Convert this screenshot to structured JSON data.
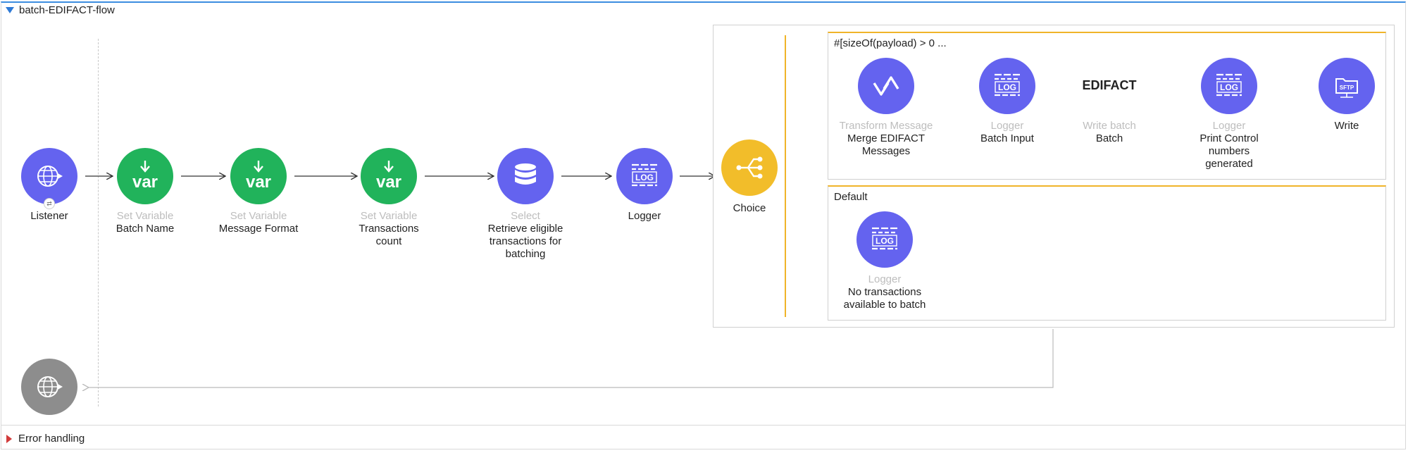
{
  "flow": {
    "name": "batch-EDIFACT-flow",
    "error_handling_label": "Error handling"
  },
  "source": {
    "name": "Listener",
    "icon": "http-listener-globe-icon",
    "color": "#6463ef"
  },
  "steps": [
    {
      "type": "Set Variable",
      "name": "Batch Name",
      "icon": "var-icon",
      "color": "#21b35b"
    },
    {
      "type": "Set Variable",
      "name": "Message Format",
      "icon": "var-icon",
      "color": "#21b35b"
    },
    {
      "type": "Set Variable",
      "name": "Transactions count",
      "icon": "var-icon",
      "color": "#21b35b"
    },
    {
      "type": "Select",
      "name": "Retrieve eligible transactions for batching",
      "icon": "database-icon",
      "color": "#6463ef"
    },
    {
      "type": "",
      "name": "Logger",
      "icon": "log-icon",
      "color": "#6463ef"
    }
  ],
  "choice": {
    "name": "Choice",
    "color": "#f2bd2a",
    "routes": [
      {
        "condition": "#[sizeOf(payload) > 0 ...",
        "steps": [
          {
            "type": "Transform Message",
            "name": "Merge EDIFACT Messages",
            "icon": "transform-icon"
          },
          {
            "type": "Logger",
            "name": "Batch Input",
            "icon": "log-icon"
          },
          {
            "type": "Write batch",
            "name": "Batch",
            "icon_text": "EDIFACT"
          },
          {
            "type": "Logger",
            "name": "Print Control numbers generated",
            "icon": "log-icon"
          },
          {
            "type": "",
            "name": "Write",
            "icon": "sftp-icon"
          }
        ]
      },
      {
        "condition": "Default",
        "steps": [
          {
            "type": "Logger",
            "name": "No transactions available to batch",
            "icon": "log-icon"
          }
        ]
      }
    ]
  },
  "response": {
    "icon": "http-response-globe-icon",
    "color": "#8d8d8d"
  },
  "icon_text": {
    "var": "var",
    "log": "LOG",
    "sftp": "SFTP"
  }
}
